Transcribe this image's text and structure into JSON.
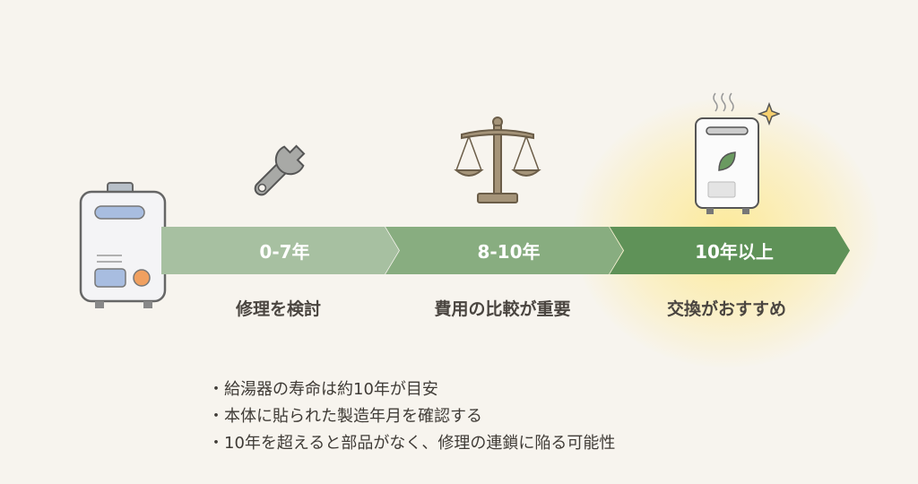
{
  "timeline": [
    {
      "range": "0-7年",
      "caption": "修理を検討",
      "icon": "wrench-icon",
      "color": "#a7c0a1"
    },
    {
      "range": "8-10年",
      "caption": "費用の比較が重要",
      "icon": "scale-icon",
      "color": "#88ad80"
    },
    {
      "range": "10年以上",
      "caption": "交換がおすすめ",
      "icon": "new-water-heater-icon",
      "color": "#5f9258"
    }
  ],
  "notes": [
    "給湯器の寿命は約10年が目安",
    "本体に貼られた製造年月を確認する",
    "10年を超えると部品がなく、修理の連鎖に陥る可能性"
  ]
}
